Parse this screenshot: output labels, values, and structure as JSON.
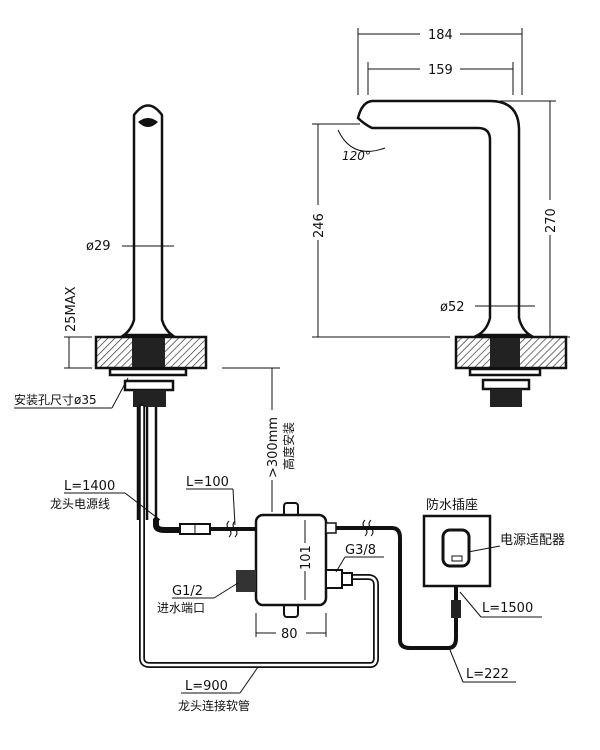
{
  "dimensions": {
    "spout_reach_outer": "184",
    "spout_reach_inner": "159",
    "spout_angle": "120°",
    "spout_height": "246",
    "total_height": "270",
    "body_diameter_right": "ø52",
    "body_diameter_left": "ø29",
    "deck_thickness": "25MAX",
    "install_hole": "安装孔尺寸ø35",
    "mount_height": ">300mm",
    "mount_height_note": "高度安装",
    "box_height": "101",
    "box_width": "80"
  },
  "callouts": {
    "faucet_cable_length": "L=1400",
    "faucet_cable_name": "龙头电源线",
    "short_cable_length": "L=100",
    "inlet_thread": "G1/2",
    "inlet_name": "进水端口",
    "outlet_thread": "G3/8",
    "hose_length": "L=900",
    "hose_name": "龙头连接软管",
    "socket_name": "防水插座",
    "adapter_name": "电源适配器",
    "adapter_cable_length": "L=1500",
    "box_cable_length": "L=222"
  }
}
